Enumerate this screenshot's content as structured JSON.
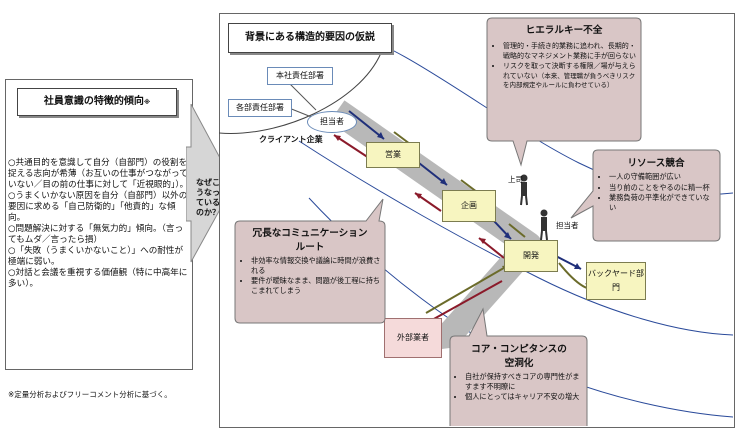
{
  "left_panel": {
    "title": "社員意識の特徴的傾向",
    "title_suffix": "※",
    "items": [
      "○共通目的を意識して自分（自部門）の役割を捉える志向が希薄（お互いの仕事がつながっていない／目の前の仕事に対して「近視眼的」）。",
      "○うまくいかない原因を自分（自部門）以外の要因に求める「自己防衛的」「他責的」な傾向。",
      "○問題解決に対する「無気力的」傾向。（言ってもムダ／言ったら損）",
      "○「失敗（うまくいかないこと）」への耐性が極端に弱い。",
      "○対話と会議を重視する価値観（特に中高年に多い）。"
    ],
    "arrow_text": "なぜこうなっているのか？",
    "footnote": "※定量分析およびフリーコメント分析に基づく。"
  },
  "diagram": {
    "title": "背景にある構造的要因の仮説",
    "client_label": "クライアント企業",
    "nodes": {
      "honsha": "本社責任部署",
      "kakubumon": "各部責任部署",
      "tantousha": "担当者",
      "eigyo": "営業",
      "kikaku": "企画",
      "kaihatsu": "開発",
      "backyard": "バックヤード部門",
      "gaibu": "外部業者",
      "joshi": "上司",
      "tantousha2": "担当者"
    },
    "callouts": {
      "hierarchy": {
        "title": "ヒエラルキー不全",
        "bullets": [
          "管理的・手続き的業務に追われ、長期的・戦略的なマネジメント業務に手が回らない",
          "リスクを取って決断する権限／場が与えられていない"
        ],
        "note": "（本来、管理職が負うべきリスクを内部規定やルールに負わせている）"
      },
      "resource": {
        "title": "リソース競合",
        "bullets": [
          "一人の守備範囲が広い",
          "当り前のことをやるのに精一杯",
          "業務負荷の平準化ができていない"
        ]
      },
      "communication": {
        "title": "冗長なコミュニケーションルート",
        "bullets": [
          "非効率な情報交換や議論に時間が浪費される",
          "要件が曖昧なまま、問題が後工程に持ちこまれてしまう"
        ]
      },
      "core": {
        "title": "コア・コンピタンスの空洞化",
        "bullets": [
          "自社が保持すべきコアの専門性がますます不明瞭に",
          "個人にとってはキャリア不安の増大"
        ]
      }
    }
  },
  "colors": {
    "callout_fill": "#d9c6c6",
    "yellow_box": "#f7f5c0",
    "pink_box": "#f5dada",
    "arrow_navy": "#1f2f7a",
    "arrow_red": "#8b1a2a",
    "arrow_olive": "#6b6b2a",
    "band_gray": "#b8b8b8"
  }
}
